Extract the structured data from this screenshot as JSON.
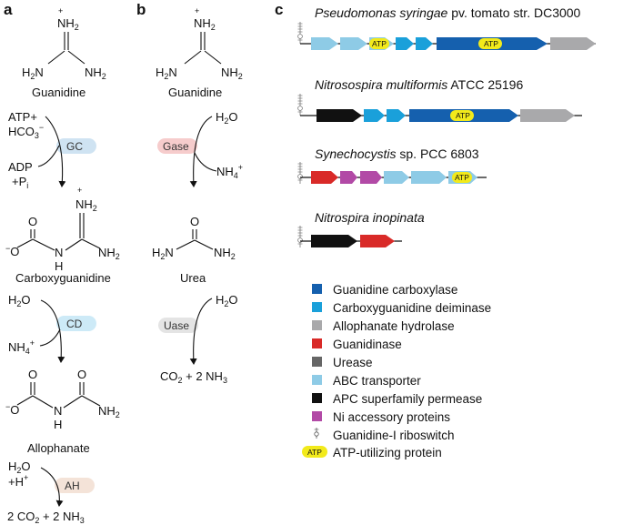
{
  "panels": {
    "a": "a",
    "b": "b",
    "c": "c"
  },
  "colors": {
    "guanidine_carboxylase": "#1560ae",
    "carboxyguanidine_deiminase": "#1aa0da",
    "allophanate_hydrolase": "#a9a9ab",
    "guanidinase": "#d92a28",
    "urease": "#666666",
    "abc_transporter": "#8ecbe6",
    "apc_permease": "#111111",
    "ni_accessory": "#b24aa6",
    "atp_badge": "#f2ea1b",
    "gc_pill": "#cfe3f2",
    "cd_pill": "#cdeaf7",
    "ah_pill": "#f4e3d8",
    "gase_pill": "#f6cccc",
    "uase_pill": "#e4e4e4"
  },
  "pathway_a": {
    "compounds": {
      "guanidine": "Guanidine",
      "carboxyguanidine": "Carboxyguanidine",
      "allophanate": "Allophanate",
      "products": "2 CO",
      "products_mid": " + 2 NH",
      "products_sub2": "2",
      "products_sub3": "3"
    },
    "atoms": {
      "nh2": "NH",
      "sub2": "2",
      "h2n": "H",
      "h2n_n": "N",
      "plus": "+",
      "o": "O",
      "minus": "−",
      "n": "N",
      "h": "H"
    },
    "step1": {
      "cofactor_in_a": "ATP+",
      "cofactor_in_b": "HCO",
      "cofactor_in_b_sub": "3",
      "cofactor_in_b_sup": "−",
      "cofactor_out_a": "ADP",
      "cofactor_out_b": "+P",
      "cofactor_out_b_sub": "i",
      "enzyme": "GC"
    },
    "step2": {
      "in": "H",
      "in_sub": "2",
      "in_rest": "O",
      "out": "NH",
      "out_sub": "4",
      "out_sup": "+",
      "enzyme": "CD"
    },
    "step3": {
      "in_a": "H",
      "in_a_sub": "2",
      "in_a_rest": "O",
      "in_b": "+H",
      "in_b_sup": "+",
      "enzyme": "AH"
    }
  },
  "pathway_b": {
    "compounds": {
      "guanidine": "Guanidine",
      "urea": "Urea",
      "products": "CO",
      "products_mid": " + 2 NH",
      "products_sub2": "2",
      "products_sub3": "3"
    },
    "step1": {
      "in": "H",
      "in_sub": "2",
      "in_rest": "O",
      "out": "NH",
      "out_sub": "4",
      "out_sup": "+",
      "enzyme": "Gase"
    },
    "step2": {
      "in": "H",
      "in_sub": "2",
      "in_rest": "O",
      "enzyme": "Uase"
    }
  },
  "operons": [
    {
      "organism_italic": "Pseudomonas syringae",
      "organism_rest": " pv. tomato str. DC3000"
    },
    {
      "organism_italic": "Nitrosospira multiformis",
      "organism_rest": " ATCC 25196"
    },
    {
      "organism_italic": "Synechocystis",
      "organism_rest": " sp. PCC 6803"
    },
    {
      "organism_italic": "Nitrospira inopinata",
      "organism_rest": ""
    }
  ],
  "atp_label": "ATP",
  "legend": [
    {
      "label": "Guanidine carboxylase",
      "color": "#1560ae"
    },
    {
      "label": "Carboxyguanidine deiminase",
      "color": "#1aa0da"
    },
    {
      "label": "Allophanate hydrolase",
      "color": "#a9a9ab"
    },
    {
      "label": "Guanidinase",
      "color": "#d92a28"
    },
    {
      "label": "Urease",
      "color": "#666666"
    },
    {
      "label": "ABC transporter",
      "color": "#8ecbe6"
    },
    {
      "label": "APC superfamily permease",
      "color": "#111111"
    },
    {
      "label": "Ni accessory proteins",
      "color": "#b24aa6"
    },
    {
      "label": "Guanidine-I riboswitch",
      "icon": "riboswitch-icon"
    },
    {
      "label": "ATP-utilizing protein",
      "icon": "atp-badge-icon"
    }
  ]
}
